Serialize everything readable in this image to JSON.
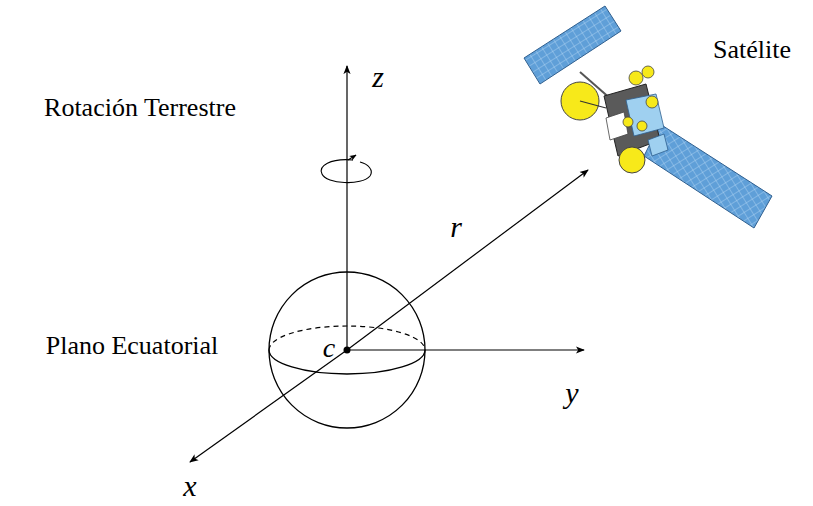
{
  "diagram": {
    "labels": [
      "z",
      "Rotación Terrestre",
      "r",
      "Satélite",
      "Plano Ecuatorial",
      "c",
      "y",
      "x"
    ]
  }
}
